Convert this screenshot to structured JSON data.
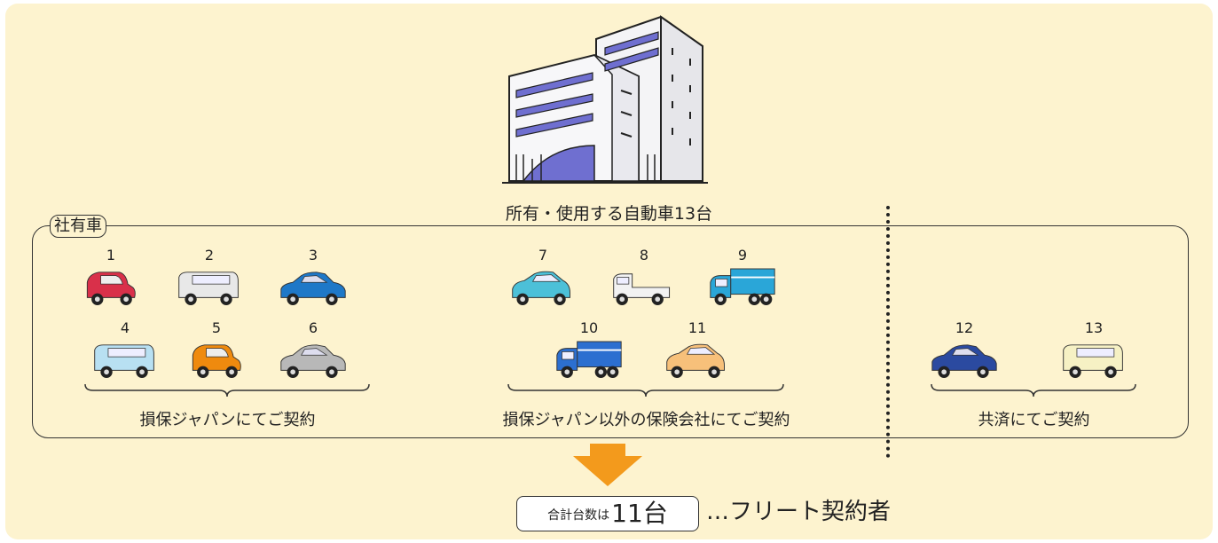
{
  "company_caption": "所有・使用する自動車13台",
  "frame_tag": "社有車",
  "cars": [
    {
      "num": "1",
      "color": "#d9304a",
      "type": "kei"
    },
    {
      "num": "2",
      "color": "#e8e8e8",
      "type": "van"
    },
    {
      "num": "3",
      "color": "#1e78c8",
      "type": "sedan"
    },
    {
      "num": "4",
      "color": "#b8e0f2",
      "type": "van"
    },
    {
      "num": "5",
      "color": "#ef8a0e",
      "type": "kei"
    },
    {
      "num": "6",
      "color": "#b8b8b8",
      "type": "sedan"
    },
    {
      "num": "7",
      "color": "#4cc0d8",
      "type": "hatch"
    },
    {
      "num": "8",
      "color": "#f2f2f2",
      "type": "pickup"
    },
    {
      "num": "9",
      "color": "#2aa6d8",
      "type": "truck"
    },
    {
      "num": "10",
      "color": "#2c6fd0",
      "type": "truck"
    },
    {
      "num": "11",
      "color": "#f7c07a",
      "type": "hatch"
    },
    {
      "num": "12",
      "color": "#2b4aa0",
      "type": "sedan"
    },
    {
      "num": "13",
      "color": "#f6f1c4",
      "type": "van"
    }
  ],
  "groups": [
    {
      "label": "損保ジャパンにてご契約"
    },
    {
      "label": "損保ジャパン以外の保険会社にてご契約"
    },
    {
      "label": "共済にてご契約"
    }
  ],
  "total": {
    "prefix": "合計台数は",
    "value": "11台"
  },
  "fleet_label": "…フリート契約者",
  "colors": {
    "background": "#fdf3cf",
    "arrow": "#f39a1c",
    "building_window": "#6f6fd0"
  }
}
